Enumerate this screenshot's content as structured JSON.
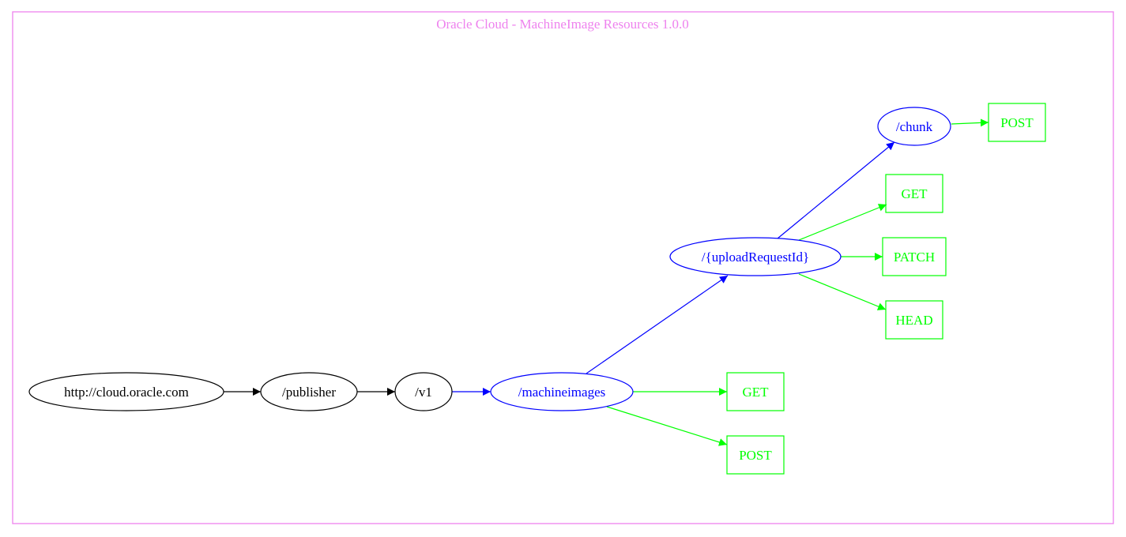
{
  "diagram": {
    "title": "Oracle Cloud - MachineImage Resources 1.0.0",
    "colors": {
      "frame": "#ee82ee",
      "root_path": "#000000",
      "resource_path": "#0000ff",
      "method": "#00ff00"
    },
    "nodes": {
      "root": "http://cloud.oracle.com",
      "publisher": "/publisher",
      "v1": "/v1",
      "machineimages": "/machineimages",
      "upload_request_id": "/{uploadRequestId}",
      "chunk": "/chunk",
      "machineimages_get": "GET",
      "machineimages_post": "POST",
      "upload_get": "GET",
      "upload_patch": "PATCH",
      "upload_head": "HEAD",
      "chunk_post": "POST"
    },
    "edges": [
      {
        "from": "root",
        "to": "publisher"
      },
      {
        "from": "publisher",
        "to": "v1"
      },
      {
        "from": "v1",
        "to": "machineimages"
      },
      {
        "from": "machineimages",
        "to": "upload_request_id"
      },
      {
        "from": "machineimages",
        "to": "machineimages_get"
      },
      {
        "from": "machineimages",
        "to": "machineimages_post"
      },
      {
        "from": "upload_request_id",
        "to": "chunk"
      },
      {
        "from": "upload_request_id",
        "to": "upload_get"
      },
      {
        "from": "upload_request_id",
        "to": "upload_patch"
      },
      {
        "from": "upload_request_id",
        "to": "upload_head"
      },
      {
        "from": "chunk",
        "to": "chunk_post"
      }
    ]
  }
}
